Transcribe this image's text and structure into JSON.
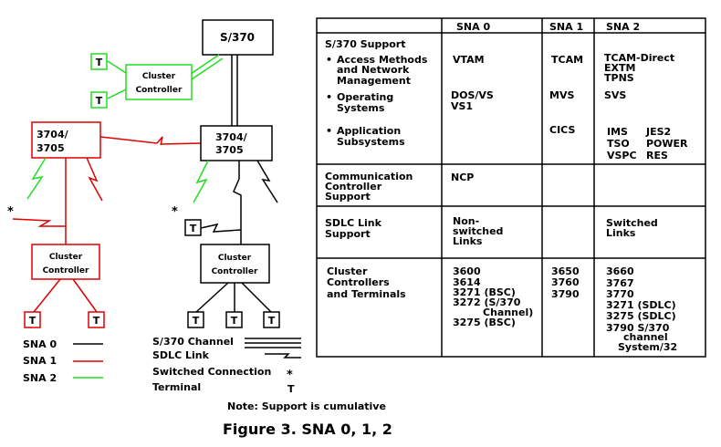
{
  "colors": {
    "sna0": "#000000",
    "sna1": "#e00000",
    "sna2": "#22dd22"
  },
  "diagram": {
    "host": "S/370",
    "cluster_controller": [
      "Cluster",
      "Controller"
    ],
    "fep_left": [
      "3704/",
      "3705"
    ],
    "fep_center": [
      "3704/",
      "3705"
    ],
    "terminal": "T",
    "switched_mark": "*"
  },
  "legend": {
    "sna0": "SNA 0",
    "sna1": "SNA 1",
    "sna2": "SNA 2",
    "s370_channel": "S/370 Channel",
    "sdlc_link": "SDLC Link",
    "switched_connection": "Switched Connection",
    "switched_symbol": "*",
    "terminal": "Terminal",
    "terminal_symbol": "T"
  },
  "table": {
    "headers": [
      "SNA 0",
      "SNA 1",
      "SNA 2"
    ],
    "s370_support": "S/370 Support",
    "access_methods": {
      "label": [
        "Access Methods",
        "and Network",
        "Management"
      ],
      "sna0": "VTAM",
      "sna1": "TCAM",
      "sna2": [
        "TCAM-Direct",
        "EXTM",
        "TPNS"
      ]
    },
    "operating_systems": {
      "label": [
        "Operating",
        "Systems"
      ],
      "sna0": [
        "DOS/VS",
        "VS1"
      ],
      "sna1": "MVS",
      "sna2": "SVS"
    },
    "application_subsystems": {
      "label": [
        "Application",
        "Subsystems"
      ],
      "sna1": "CICS",
      "sna2_left": [
        "IMS",
        "TSO",
        "VSPC"
      ],
      "sna2_right": [
        "JES2",
        "POWER",
        "RES"
      ]
    },
    "comm_controller": {
      "label": [
        "Communication",
        "Controller",
        "Support"
      ],
      "sna0": "NCP"
    },
    "sdlc_link": {
      "label": [
        "SDLC Link",
        "Support"
      ],
      "sna0": [
        "Non-",
        "switched",
        "Links"
      ],
      "sna2": [
        "Switched",
        "Links"
      ]
    },
    "cluster_terminals": {
      "label": [
        "Cluster",
        "Controllers",
        "and Terminals"
      ],
      "sna0": [
        "3600",
        "3614",
        "3271 (BSC)",
        "3272 (S/370",
        "Channel)",
        "3275 (BSC)"
      ],
      "sna1": [
        "3650",
        "3760",
        "3790"
      ],
      "sna2": [
        "3660",
        "3767",
        "3770",
        "3271 (SDLC)",
        "3275 (SDLC)",
        "3790 S/370",
        "channel",
        "System/32"
      ]
    }
  },
  "note": "Note: Support is cumulative",
  "caption": "Figure 3. SNA 0, 1, 2"
}
